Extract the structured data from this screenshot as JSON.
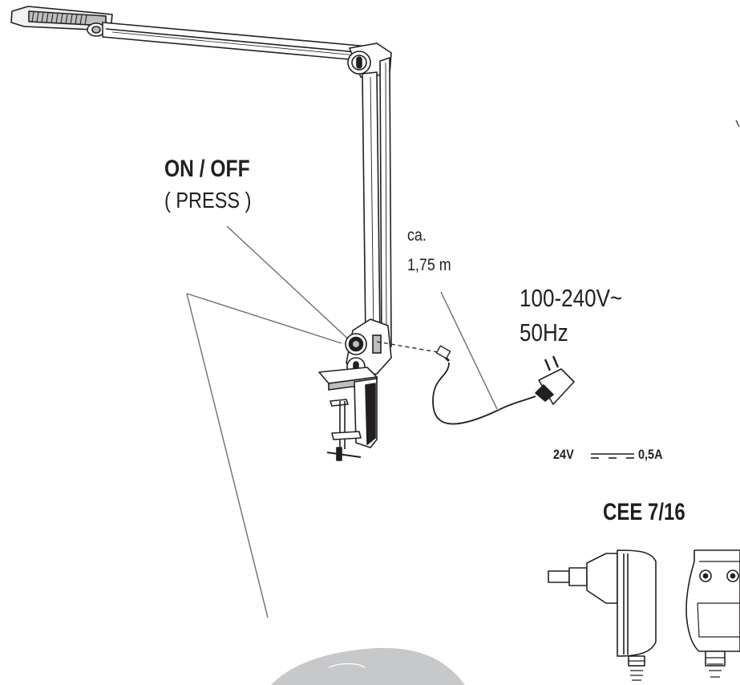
{
  "switch_label": {
    "title": "ON / OFF",
    "action": "( PRESS )"
  },
  "cable": {
    "approx": "ca.",
    "length": "1,75 m"
  },
  "input_rating": {
    "voltage": "100-240V~",
    "frequency": "50Hz"
  },
  "output_rating": {
    "voltage": "24V",
    "current": "0,5A"
  },
  "plug_standard": "CEE 7/16",
  "colors": {
    "ink": "#231f20",
    "pointer": "#6d6e71",
    "body_fill": "#f1f2f2",
    "shade_fill": "#bcbec0",
    "base_disc": "#c7c8ca"
  }
}
